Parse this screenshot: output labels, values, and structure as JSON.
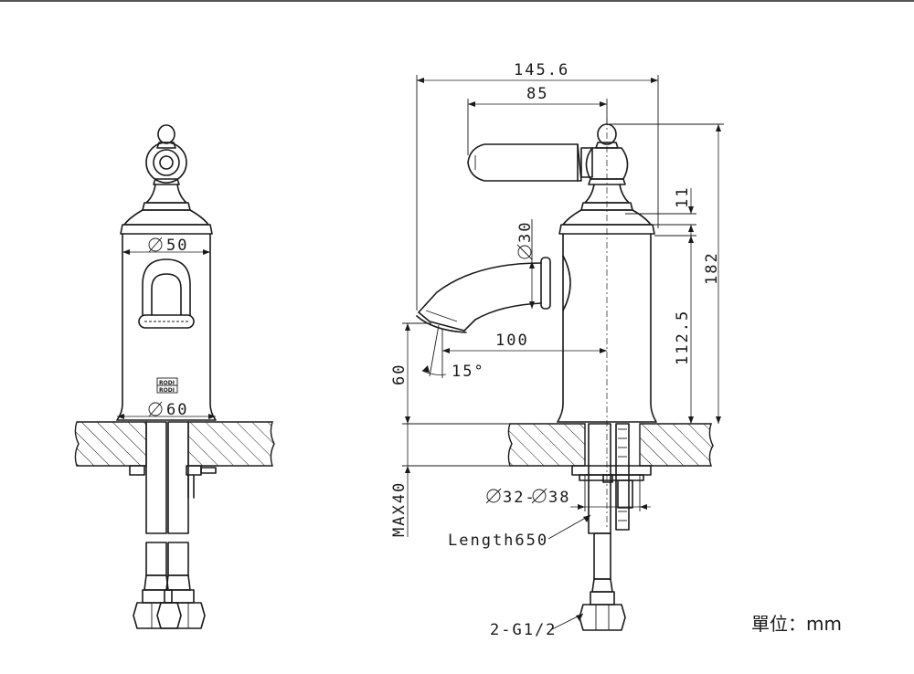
{
  "dimensions": {
    "overall_width": "145.6",
    "spout_reach": "85",
    "handle_height": "11",
    "body_diameter": "30",
    "total_height": "182",
    "body_height": "112.5",
    "spout_projection": "100",
    "spout_angle": "15°",
    "spout_height": "60",
    "deck_thickness": "MAX40",
    "hole_diameter": "32-",
    "hole_diameter_2": "38",
    "hose_length": "Length650",
    "connection": "2-G1/2"
  },
  "front_view": {
    "top_diameter": "50",
    "base_diameter": "60",
    "brand_line1": "RODI",
    "brand_line2": "RODI"
  },
  "unit_label": "單位：mm"
}
